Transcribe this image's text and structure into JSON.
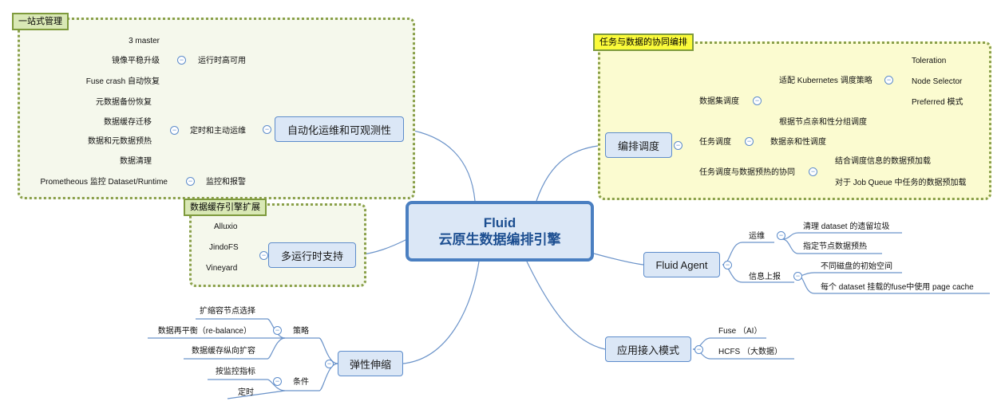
{
  "central": {
    "title": "Fluid",
    "subtitle": "云原生数据编排引擎"
  },
  "groups": {
    "one_stop": "一站式管理",
    "coop": "任务与数据的协同编排",
    "cache_ext": "数据缓存引擎扩展"
  },
  "auto_ops": {
    "label": "自动化运维和可观测性",
    "runtime_ha": {
      "label": "运行时高可用",
      "items": [
        "3 master",
        "镜像平稳升级",
        "Fuse crash 自动恢复"
      ]
    },
    "scheduled": {
      "label": "定时和主动运维",
      "items": [
        "元数据备份恢复",
        "数据缓存迁移",
        "数据和元数据预热",
        "数据清理"
      ]
    },
    "monitor": {
      "label": "监控和报警",
      "items": [
        "Prometheous 监控 Dataset/Runtime"
      ]
    }
  },
  "multi_runtime": {
    "label": "多运行时支持",
    "items": [
      "Alluxio",
      "JindoFS",
      "Vineyard"
    ]
  },
  "elastic": {
    "label": "弹性伸缩",
    "strategy": {
      "label": "策略",
      "items": [
        "扩缩容节点选择",
        "数据再平衡（re-balance）",
        "数据缓存纵向扩容"
      ]
    },
    "condition": {
      "label": "条件",
      "items": [
        "按监控指标",
        "定时"
      ]
    }
  },
  "orchestration": {
    "label": "编排调度",
    "dataset_sched": {
      "label": "数据集调度",
      "k8s": {
        "label": "适配 Kubernetes 调度策略",
        "items": [
          "Toleration",
          "Node Selector",
          "Preferred 模式"
        ]
      },
      "affinity_group": "根据节点亲和性分组调度"
    },
    "task_sched": {
      "label": "任务调度",
      "items": [
        "数据亲和性调度"
      ]
    },
    "task_prefetch": {
      "label": "任务调度与数据预热的协同",
      "items": [
        "结合调度信息的数据预加载",
        "对于 Job Queue 中任务的数据预加载"
      ]
    }
  },
  "agent": {
    "label": "Fluid Agent",
    "ops": {
      "label": "运维",
      "items": [
        "清理 dataset 的遗留垃圾",
        "指定节点数据预热"
      ]
    },
    "report": {
      "label": "信息上报",
      "items": [
        "不同磁盘的初始空间",
        "每个 dataset 挂载的fuse中使用 page cache"
      ]
    }
  },
  "access": {
    "label": "应用接入模式",
    "items": [
      "Fuse （AI）",
      "HCFS （大数据）"
    ]
  },
  "colors": {
    "main_border": "#5d8ccb",
    "central_border": "#4a7fc1",
    "group_border": "#8aa04a",
    "line": "#6b93c9"
  }
}
